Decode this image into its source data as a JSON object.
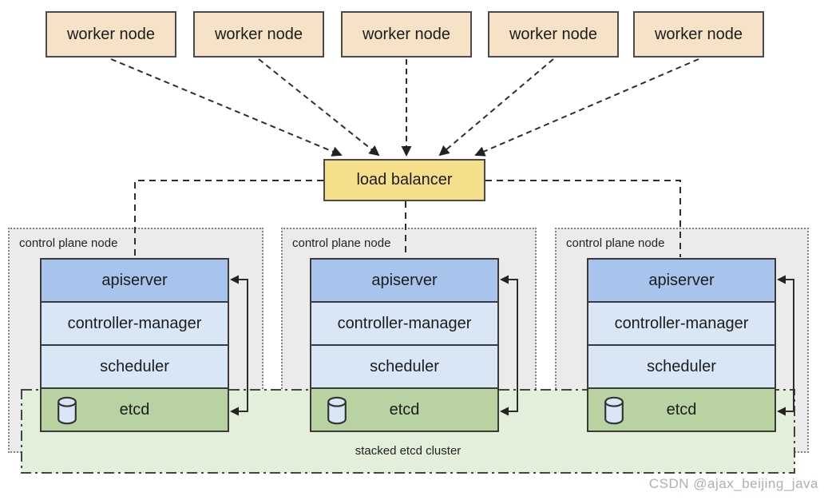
{
  "worker_nodes": [
    {
      "label": "worker node"
    },
    {
      "label": "worker node"
    },
    {
      "label": "worker node"
    },
    {
      "label": "worker node"
    },
    {
      "label": "worker node"
    }
  ],
  "load_balancer": {
    "label": "load balancer"
  },
  "control_planes": [
    {
      "label": "control plane node",
      "components": [
        "apiserver",
        "controller-manager",
        "scheduler",
        "etcd"
      ]
    },
    {
      "label": "control plane node",
      "components": [
        "apiserver",
        "controller-manager",
        "scheduler",
        "etcd"
      ]
    },
    {
      "label": "control plane node",
      "components": [
        "apiserver",
        "controller-manager",
        "scheduler",
        "etcd"
      ]
    }
  ],
  "etcd_cluster": {
    "label": "stacked etcd cluster"
  },
  "watermark": {
    "text": "CSDN @ajax_beijing_java"
  },
  "icons": {
    "etcd": "database-cylinder-icon"
  },
  "colors": {
    "worker_node_fill": "#f6e2c6",
    "load_balancer_fill": "#f5df8a",
    "control_plane_fill": "#ebebeb",
    "apiserver_fill": "#a9c4ec",
    "component_fill": "#d9e6f5",
    "etcd_fill": "#b9d2a2",
    "etcd_cluster_fill": "#e3efdb",
    "line_color": "#2e2e2e"
  }
}
